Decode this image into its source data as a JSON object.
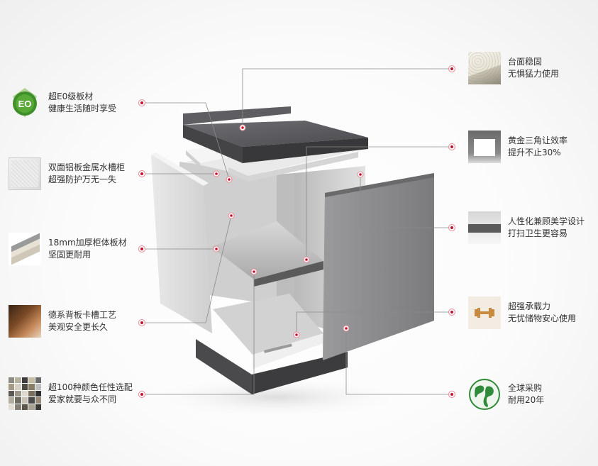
{
  "left_features": [
    {
      "icon": "eo-badge-icon",
      "badge": "EO",
      "line1": "超E0级板材",
      "line2": "健康生活随时享受"
    },
    {
      "icon": "aluminum-board-thumbnail",
      "line1": "双面铝板金属水槽柜",
      "line2": "超强防护万无一失"
    },
    {
      "icon": "thick-board-thumbnail",
      "line1": "18mm加厚柜体板材",
      "line2": "坚固更耐用"
    },
    {
      "icon": "wood-back-panel-thumbnail",
      "line1": "德系背板卡槽工艺",
      "line2": "美观安全更长久"
    },
    {
      "icon": "color-swatch-thumbnail",
      "line1": "超100种颜色任性选配",
      "line2": "爱家就要与众不同"
    }
  ],
  "right_features": [
    {
      "icon": "countertop-thumbnail",
      "line1": "台面稳固",
      "line2": "无惧猛力使用"
    },
    {
      "icon": "triangle-corner-thumbnail",
      "line1": "黄金三角让效率",
      "line2": "提升不止30%"
    },
    {
      "icon": "edge-design-thumbnail",
      "line1": "人性化兼顾美学设计",
      "line2": "打扫卫生更容易"
    },
    {
      "icon": "dumbbell-icon",
      "line1": "超强承载力",
      "line2": "无忧储物安心使用"
    },
    {
      "icon": "globe-icon",
      "line1": "全球采购",
      "line2": "耐用20年"
    }
  ],
  "colors": {
    "accent_dot": "#c8102e",
    "text": "#333333",
    "eo_green": "#3f8f2b",
    "countertop": "#5b5b5f",
    "door": "#8a8a8c",
    "plinth": "#4a4a4c"
  }
}
